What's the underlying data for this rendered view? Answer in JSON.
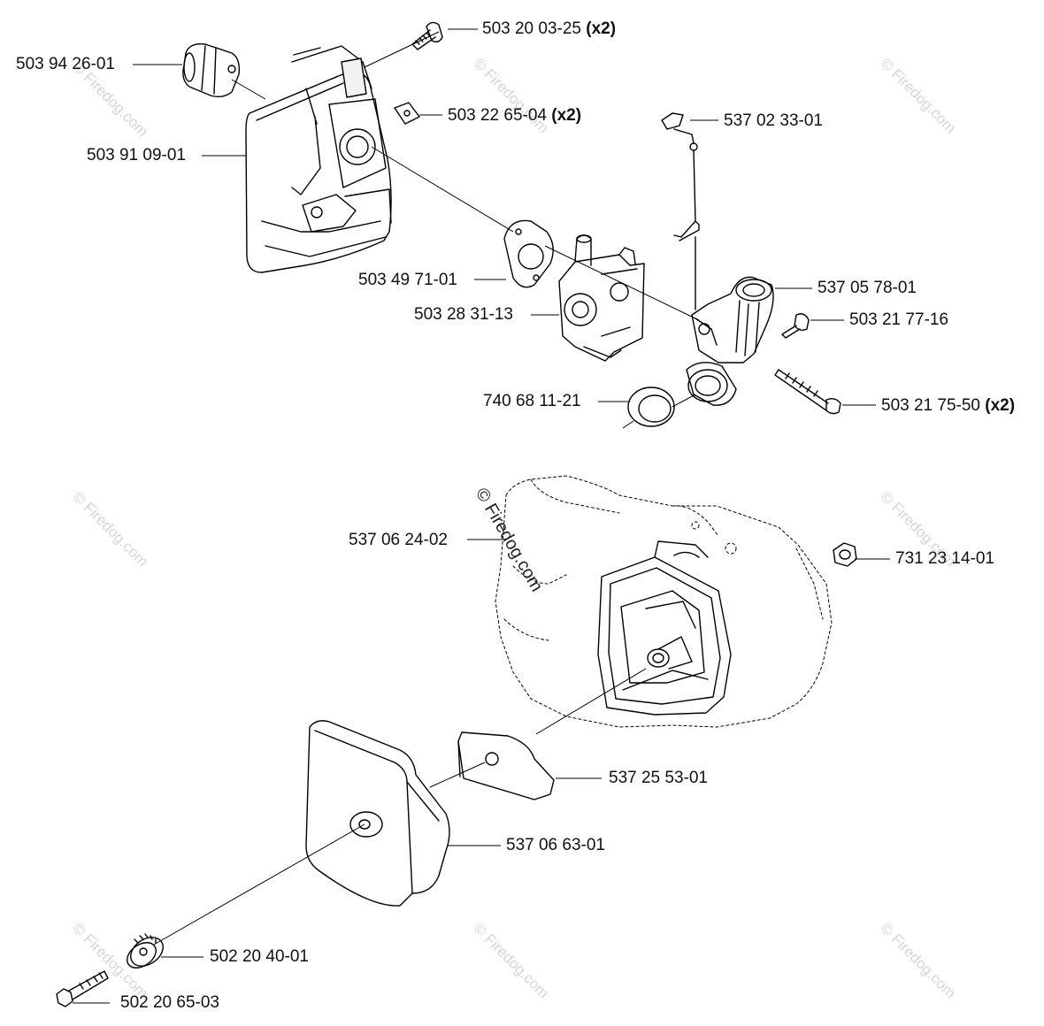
{
  "watermark": {
    "text": "© Firedog.com",
    "color_light": "#d6d6d6",
    "color_dark": "#222222"
  },
  "callouts": [
    {
      "part": "503 20 03-25",
      "qty": "(x2)"
    },
    {
      "part": "503 94 26-01",
      "qty": ""
    },
    {
      "part": "503 22 65-04",
      "qty": "(x2)"
    },
    {
      "part": "537 02 33-01",
      "qty": ""
    },
    {
      "part": "503 91 09-01",
      "qty": ""
    },
    {
      "part": "503 49 71-01",
      "qty": ""
    },
    {
      "part": "537 05 78-01",
      "qty": ""
    },
    {
      "part": "503 28 31-13",
      "qty": ""
    },
    {
      "part": "503 21 77-16",
      "qty": ""
    },
    {
      "part": "740 68 11-21",
      "qty": ""
    },
    {
      "part": "503 21 75-50",
      "qty": "(x2)"
    },
    {
      "part": "537 06 24-02",
      "qty": ""
    },
    {
      "part": "731 23 14-01",
      "qty": ""
    },
    {
      "part": "537 25 53-01",
      "qty": ""
    },
    {
      "part": "537 06 63-01",
      "qty": ""
    },
    {
      "part": "502 20 40-01",
      "qty": ""
    },
    {
      "part": "502 20 65-03",
      "qty": ""
    }
  ]
}
